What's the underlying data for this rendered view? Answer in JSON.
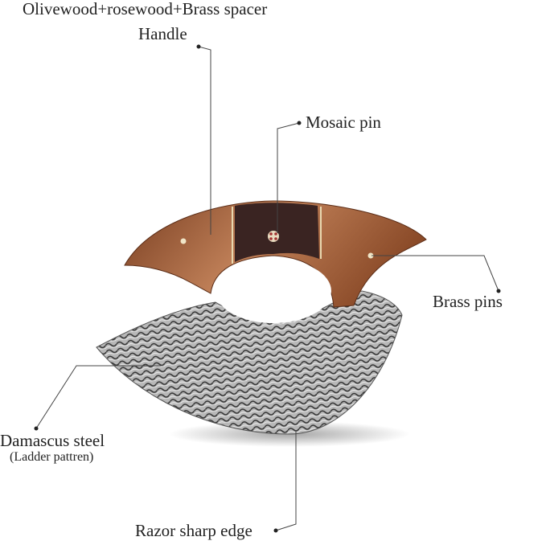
{
  "labels": {
    "handle_line1": "Olivewood+rosewood+Brass spacer",
    "handle_line2": "Handle",
    "mosaic_pin": "Mosaic pin",
    "brass_pins": "Brass pins",
    "damascus": "Damascus steel",
    "damascus_sub": "(Ladder pattren)",
    "edge": "Razor sharp edge"
  },
  "colors": {
    "wood": "#a0603a",
    "rosewood": "#3a2422",
    "steel": "#9a9a9a",
    "line": "#444444"
  }
}
